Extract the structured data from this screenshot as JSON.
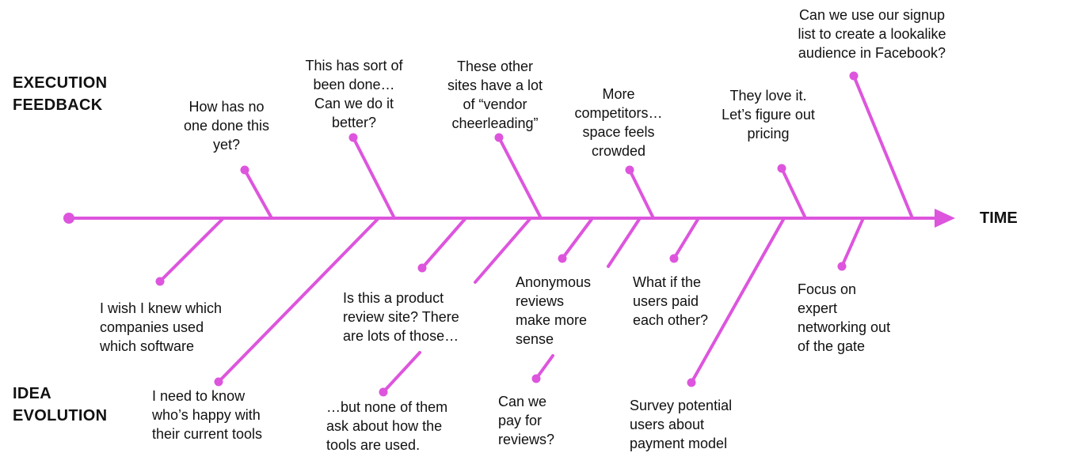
{
  "accent_color": "#DD55DD",
  "labels": {
    "execution_feedback": [
      "EXECUTION",
      "FEEDBACK"
    ],
    "idea_evolution": [
      "IDEA",
      "EVOLUTION"
    ],
    "time": "TIME"
  },
  "feedback_notes": [
    {
      "lines": [
        "How has no",
        "one done this",
        "yet?"
      ]
    },
    {
      "lines": [
        "This has sort of",
        "been done…",
        "Can we do it",
        "better?"
      ]
    },
    {
      "lines": [
        "These other",
        "sites have a lot",
        "of “vendor",
        "cheerleading”"
      ]
    },
    {
      "lines": [
        "More",
        "competitors…",
        "space feels",
        "crowded"
      ]
    },
    {
      "lines": [
        "They love it.",
        "Let’s figure out",
        "pricing"
      ]
    },
    {
      "lines": [
        "Can we use our signup",
        "list to create a lookalike",
        "audience in Facebook?"
      ]
    }
  ],
  "evolution_notes": [
    {
      "lines": [
        "I wish I knew which",
        "companies used",
        "which software"
      ]
    },
    {
      "lines": [
        "I need to know",
        "who’s happy with",
        "their current tools"
      ]
    },
    {
      "lines": [
        "Is this a product",
        "review site? There",
        "are lots of those…"
      ]
    },
    {
      "lines": [
        "…but none of them",
        "ask about how the",
        "tools are used."
      ]
    },
    {
      "lines": [
        "Anonymous",
        "reviews",
        "make more",
        "sense"
      ]
    },
    {
      "lines": [
        "Can we",
        "pay for",
        "reviews?"
      ]
    },
    {
      "lines": [
        "What if the",
        "users paid",
        "each other?"
      ]
    },
    {
      "lines": [
        "Survey potential",
        "users about",
        "payment model"
      ]
    },
    {
      "lines": [
        "Focus on",
        "expert",
        "networking out",
        "of the gate"
      ]
    }
  ]
}
